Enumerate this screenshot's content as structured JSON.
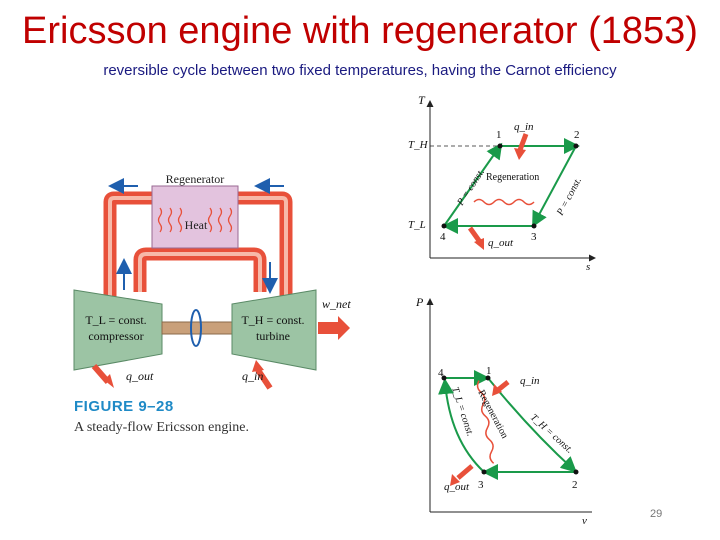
{
  "slide": {
    "title": "Ericsson engine with regenerator (1853)",
    "subtitle": "reversible cycle between two fixed temperatures, having the Carnot efficiency",
    "number": "29"
  },
  "engine_figure": {
    "regenerator_label": "Regenerator",
    "heat_label": "Heat",
    "compressor_line1": "T_L = const.",
    "compressor_line2": "compressor",
    "turbine_line1": "T_H = const.",
    "turbine_line2": "turbine",
    "w_net": "w_net",
    "q_out": "q_out",
    "q_in": "q_in",
    "figure_label": "FIGURE 9–28",
    "caption": "A steady-flow Ericsson engine."
  },
  "ts_diagram": {
    "axis_y": "T",
    "axis_x": "s",
    "TH": "T_H",
    "TL": "T_L",
    "p1": "1",
    "p2": "2",
    "p3": "3",
    "p4": "4",
    "q_in": "q_in",
    "q_out": "q_out",
    "regeneration": "Regeneration",
    "p_const_left": "P = const.",
    "p_const_right": "P = const."
  },
  "pv_diagram": {
    "axis_y": "P",
    "axis_x": "v",
    "p1": "1",
    "p2": "2",
    "p3": "3",
    "p4": "4",
    "q_in": "q_in",
    "q_out": "q_out",
    "regeneration": "Regeneration",
    "TL_const": "T_L = const.",
    "TH_const": "T_H = const."
  },
  "colors": {
    "title": "#c00000",
    "subtitle": "#1a1a80",
    "pipe": "#e8503a",
    "regenerator": "#e3c3de",
    "machine": "#9cc4a4",
    "cycle_line": "#1a9a4a",
    "heat_arrow": "#e8503a",
    "flow_arrow": "#1f5fae",
    "figure_label": "#1f8ac6"
  }
}
